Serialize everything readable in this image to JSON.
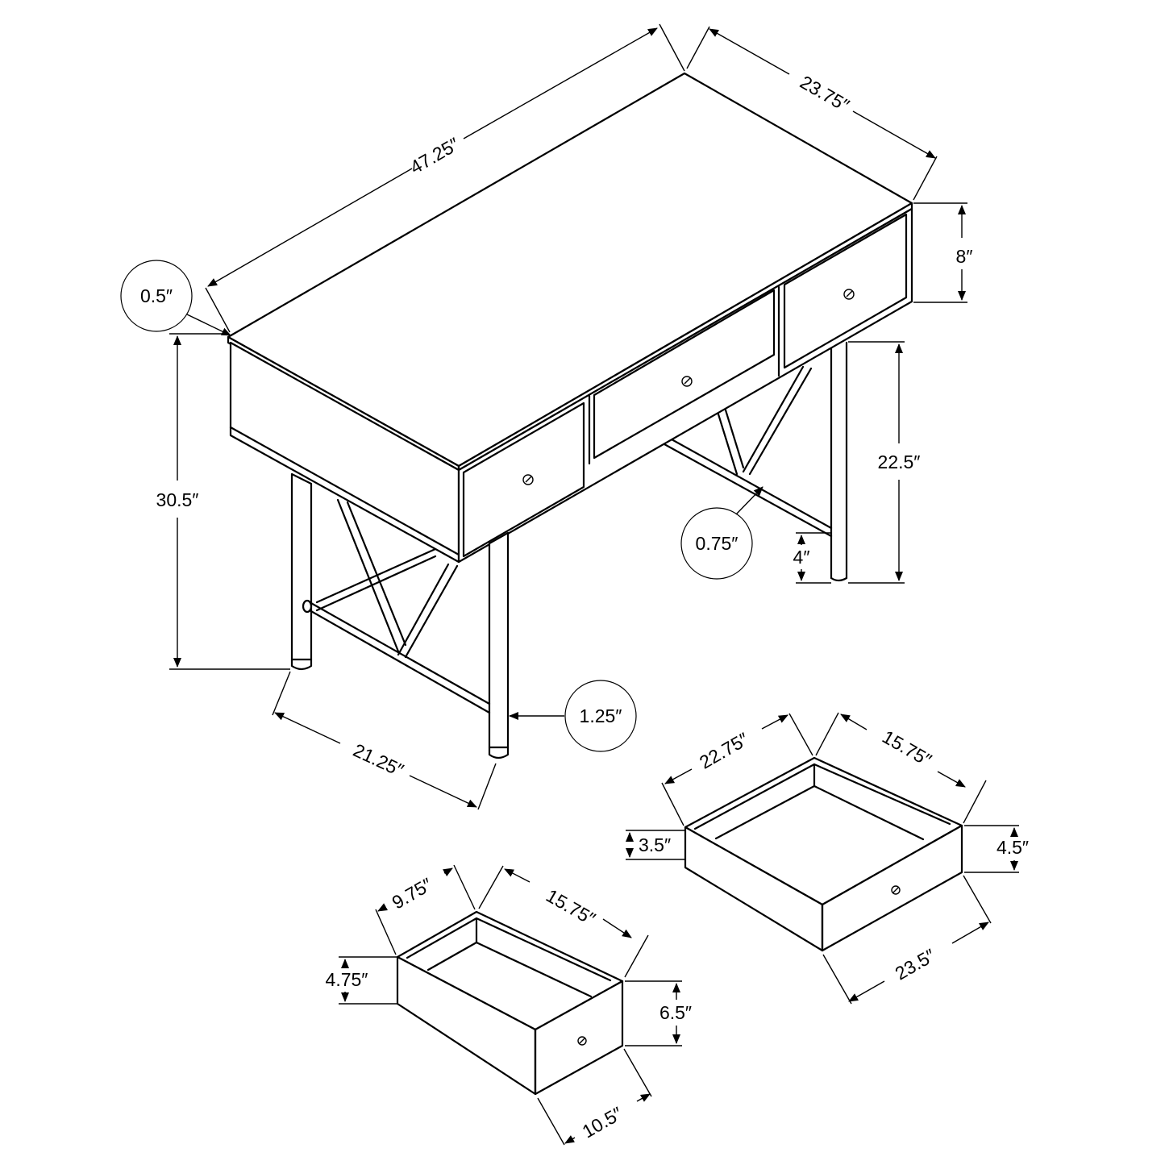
{
  "colors": {
    "ink": "#000000",
    "paper": "#ffffff"
  },
  "desk": {
    "width": "47.25″",
    "depth": "23.75″",
    "top_thickness": "0.5″",
    "drawer_height": "8″",
    "total_height": "30.5″",
    "leg_clearance": "22.5″",
    "bar_diameter": "0.75″",
    "stretcher_height": "4″",
    "leg_diameter": "1.25″",
    "side_depth": "21.25″"
  },
  "large_drawer": {
    "inner_width": "22.75″",
    "inner_depth": "15.75″",
    "inner_height": "3.5″",
    "front_height": "4.5″",
    "front_width": "23.5″"
  },
  "small_drawer": {
    "inner_width": "9.75″",
    "inner_depth": "15.75″",
    "inner_height": "4.75″",
    "front_height": "6.5″",
    "front_width": "10.5″"
  }
}
